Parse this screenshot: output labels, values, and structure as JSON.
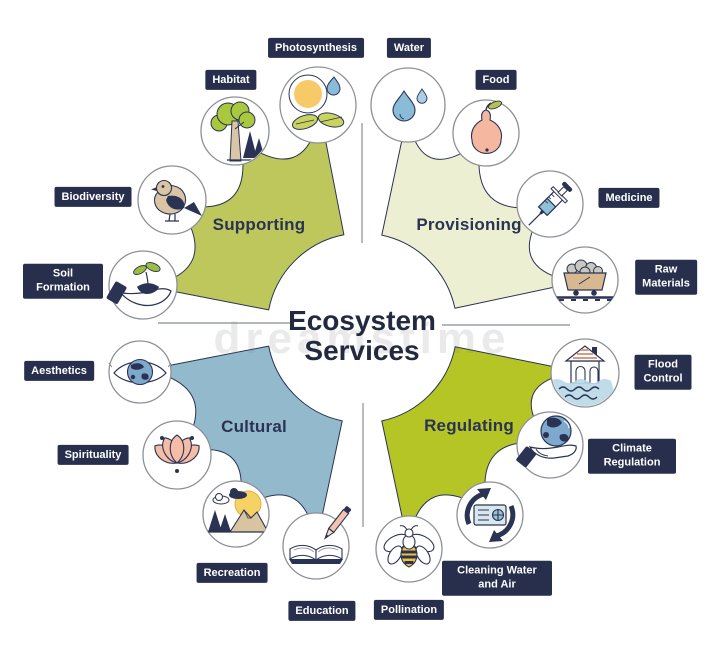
{
  "diagram": {
    "title_line1": "Ecosystem",
    "title_line2": "Services",
    "watermark": "dreamstime"
  },
  "colors": {
    "label_bg": "#272f4d",
    "label_text": "#ffffff",
    "outline_navy": "#2a3353",
    "divider_gray": "#9aa0a6",
    "supporting": "#bdc75c",
    "provisioning": "#edefd2",
    "cultural": "#93bacc",
    "regulating": "#b5c526"
  },
  "quadrants": [
    {
      "name": "Supporting",
      "color": "#bdc75c",
      "items": [
        {
          "label": "Photosynthesis",
          "icon": "photosynthesis-icon"
        },
        {
          "label": "Habitat",
          "icon": "habitat-icon"
        },
        {
          "label": "Biodiversity",
          "icon": "biodiversity-icon"
        },
        {
          "label": "Soil Formation",
          "icon": "soil-formation-icon"
        }
      ]
    },
    {
      "name": "Provisioning",
      "color": "#edefd2",
      "items": [
        {
          "label": "Water",
          "icon": "water-icon"
        },
        {
          "label": "Food",
          "icon": "food-icon"
        },
        {
          "label": "Medicine",
          "icon": "medicine-icon"
        },
        {
          "label": "Raw Materials",
          "icon": "raw-materials-icon"
        }
      ]
    },
    {
      "name": "Cultural",
      "color": "#93bacc",
      "items": [
        {
          "label": "Aesthetics",
          "icon": "aesthetics-icon"
        },
        {
          "label": "Spirituality",
          "icon": "spirituality-icon"
        },
        {
          "label": "Recreation",
          "icon": "recreation-icon"
        },
        {
          "label": "Education",
          "icon": "education-icon"
        }
      ]
    },
    {
      "name": "Regulating",
      "color": "#b5c526",
      "items": [
        {
          "label": "Flood Control",
          "icon": "flood-control-icon"
        },
        {
          "label": "Climate Regulation",
          "icon": "climate-regulation-icon"
        },
        {
          "label": "Cleaning Water and Air",
          "icon": "cleaning-water-air-icon"
        },
        {
          "label": "Pollination",
          "icon": "pollination-icon"
        }
      ]
    }
  ]
}
